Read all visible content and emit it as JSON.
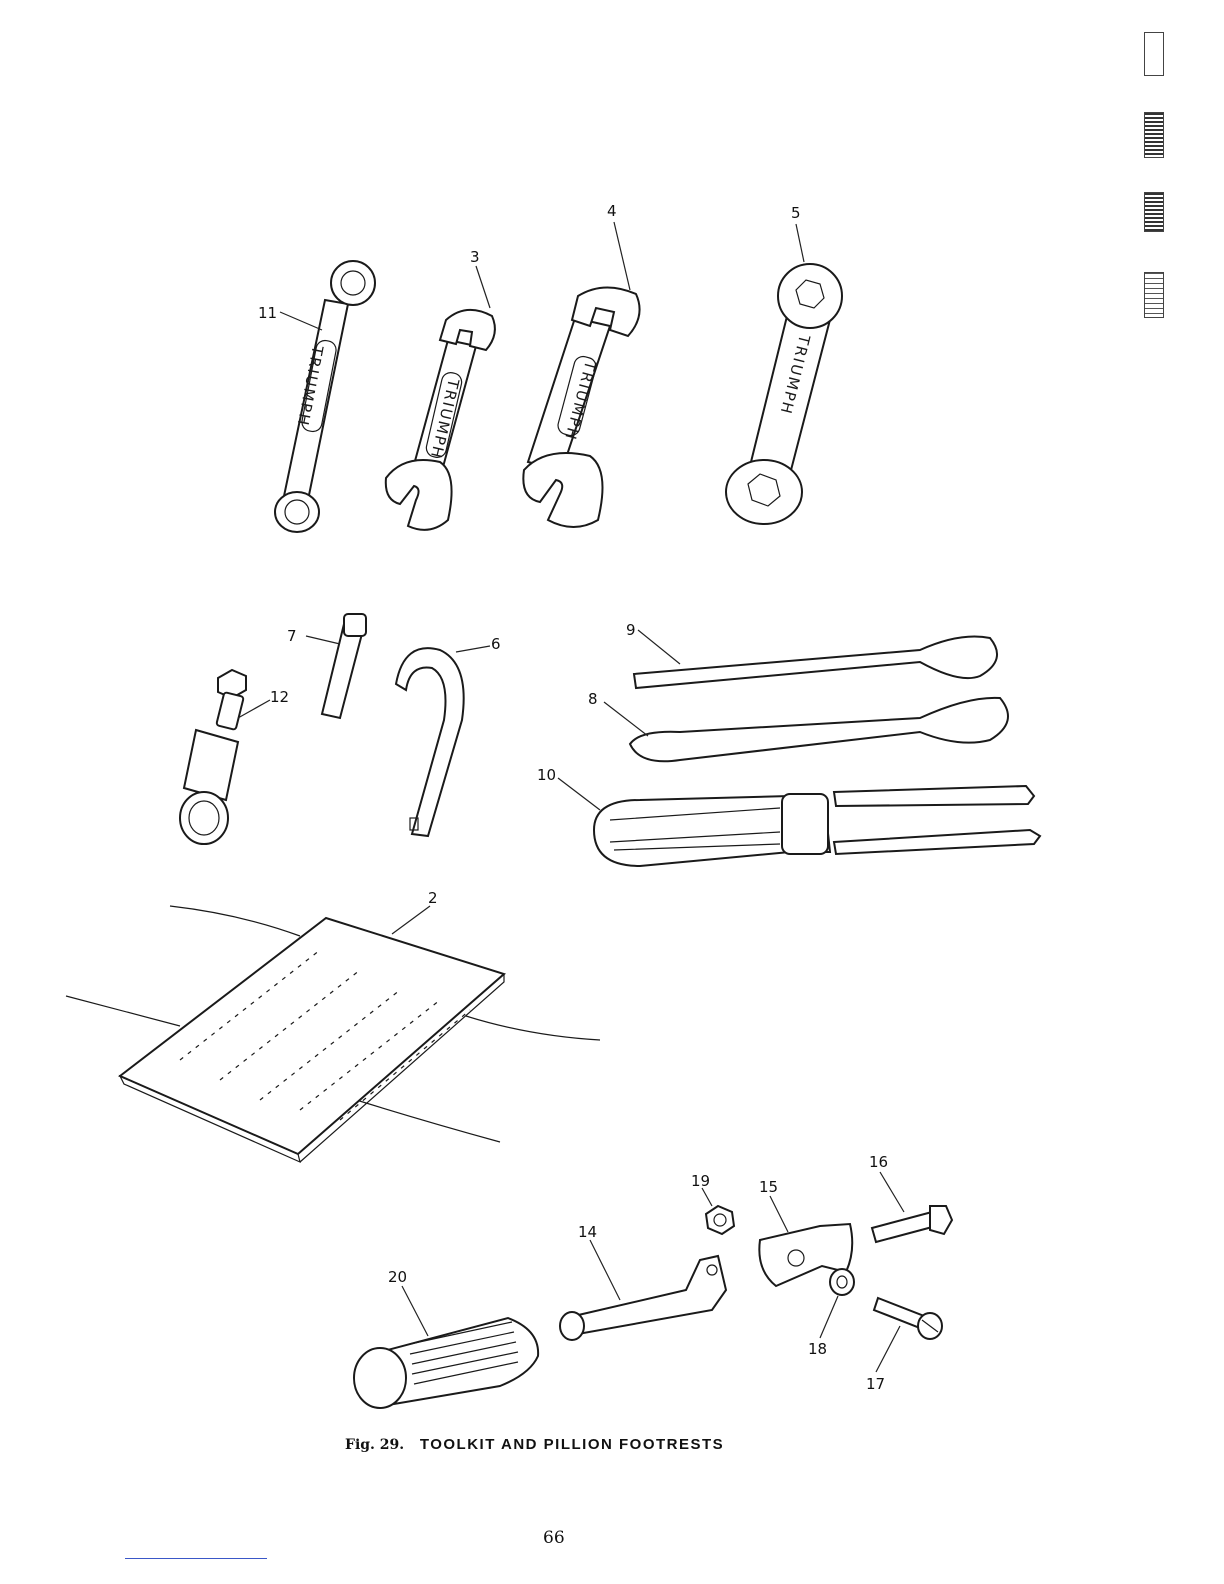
{
  "figure": {
    "caption_number": "Fig. 29.",
    "caption_text": "TOOLKIT AND PILLION FOOTRESTS",
    "brand_mark": "TRIUMPH",
    "callouts": {
      "c2": "2",
      "c3": "3",
      "c4": "4",
      "c5": "5",
      "c6": "6",
      "c7": "7",
      "c8": "8",
      "c9": "9",
      "c10": "10",
      "c11": "11",
      "c12": "12",
      "c14": "14",
      "c15": "15",
      "c16": "16",
      "c17": "17",
      "c18": "18",
      "c19": "19",
      "c20": "20"
    }
  },
  "page": {
    "number": "66"
  }
}
